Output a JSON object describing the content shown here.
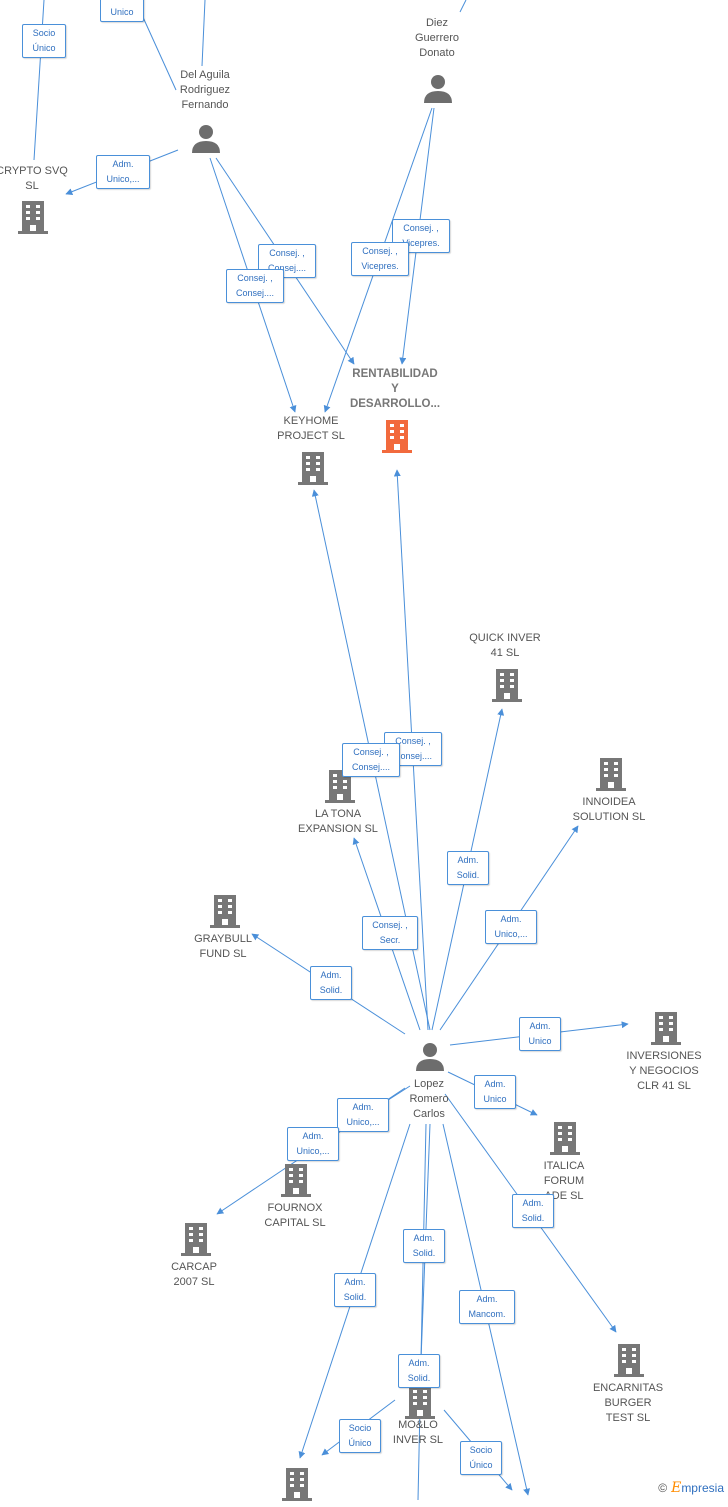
{
  "nodes": {
    "del_aguila": {
      "label": "Del Aguila\nRodriguez\nFernando",
      "kind": "person"
    },
    "diez_guerrero": {
      "label": "Diez\nGuerrero\nDonato",
      "kind": "person"
    },
    "lopez_romero": {
      "label": "Lopez\nRomero\nCarlos",
      "kind": "person"
    },
    "crypto_svq": {
      "label": "CRYPTO SVQ\nSL",
      "kind": "company"
    },
    "rentabilidad": {
      "label": "RENTABILIDAD\nY\nDESARROLLO...",
      "kind": "company-main"
    },
    "keyhome": {
      "label": "KEYHOME\nPROJECT SL",
      "kind": "company"
    },
    "quick_inver": {
      "label": "QUICK INVER\n41 SL",
      "kind": "company"
    },
    "innoidea": {
      "label": "INNOIDEA\nSOLUTION SL",
      "kind": "company"
    },
    "la_tona": {
      "label": "LA TONA\nEXPANSION SL",
      "kind": "company"
    },
    "graybull": {
      "label": "GRAYBULL\nFUND SL",
      "kind": "company"
    },
    "inversiones_clr": {
      "label": "INVERSIONES\nY NEGOCIOS\nCLR 41 SL",
      "kind": "company"
    },
    "italica_forum": {
      "label": "ITALICA\nFORUM\nADE SL",
      "kind": "company"
    },
    "fournox": {
      "label": "FOURNOX\nCAPITAL SL",
      "kind": "company"
    },
    "carcap": {
      "label": "CARCAP\n2007 SL",
      "kind": "company"
    },
    "encarnitas": {
      "label": "ENCARNITAS\nBURGER\nTEST SL",
      "kind": "company"
    },
    "mo_lo_inver": {
      "label": "MO&LO\nINVER SL",
      "kind": "company"
    },
    "bottom_company": {
      "label": "",
      "kind": "company"
    }
  },
  "roles": [
    {
      "id": "r_socio_top",
      "text": "Socio\nÚnico"
    },
    {
      "id": "r_adm_unico_top",
      "text": "Adm.\nUnico"
    },
    {
      "id": "r_adm_unico_crypto",
      "text": "Adm.\nUnico,..."
    },
    {
      "id": "r_consej_a",
      "text": "Consej. ,\nConsej...."
    },
    {
      "id": "r_consej_b",
      "text": "Consej. ,\nConsej...."
    },
    {
      "id": "r_consej_vicepres_a",
      "text": "Consej. ,\nVicepres."
    },
    {
      "id": "r_consej_vicepres_b",
      "text": "Consej. ,\nVicepres."
    },
    {
      "id": "r_consej_c",
      "text": "Consej. ,\nConsej...."
    },
    {
      "id": "r_consej_d",
      "text": "Consej. ,\nConsej...."
    },
    {
      "id": "r_adm_solid_quick",
      "text": "Adm.\nSolid."
    },
    {
      "id": "r_adm_unico_innoidea",
      "text": "Adm.\nUnico,..."
    },
    {
      "id": "r_consej_secr",
      "text": "Consej. ,\nSecr."
    },
    {
      "id": "r_adm_solid_graybull",
      "text": "Adm.\nSolid."
    },
    {
      "id": "r_adm_unico_clr",
      "text": "Adm.\nUnico"
    },
    {
      "id": "r_adm_unico_italica",
      "text": "Adm.\nUnico"
    },
    {
      "id": "r_adm_unico_fournox",
      "text": "Adm.\nUnico,..."
    },
    {
      "id": "r_adm_unico_carcap",
      "text": "Adm.\nUnico,..."
    },
    {
      "id": "r_adm_solid_encarnitas",
      "text": "Adm.\nSolid."
    },
    {
      "id": "r_adm_solid_bl",
      "text": "Adm.\nSolid."
    },
    {
      "id": "r_adm_solid_mid",
      "text": "Adm.\nSolid."
    },
    {
      "id": "r_adm_mancom",
      "text": "Adm.\nMancom."
    },
    {
      "id": "r_adm_solid_molo",
      "text": "Adm.\nSolid."
    },
    {
      "id": "r_socio_bl",
      "text": "Socio\nÚnico"
    },
    {
      "id": "r_socio_br",
      "text": "Socio\nÚnico"
    }
  ],
  "colors": {
    "edge": "#4a8fd9",
    "company": "#777777",
    "company_main": "#f26a3d",
    "person": "#6d6d6d"
  },
  "footer": {
    "copyright": "©",
    "brand": "mpresia",
    "brand_initial": "E"
  }
}
